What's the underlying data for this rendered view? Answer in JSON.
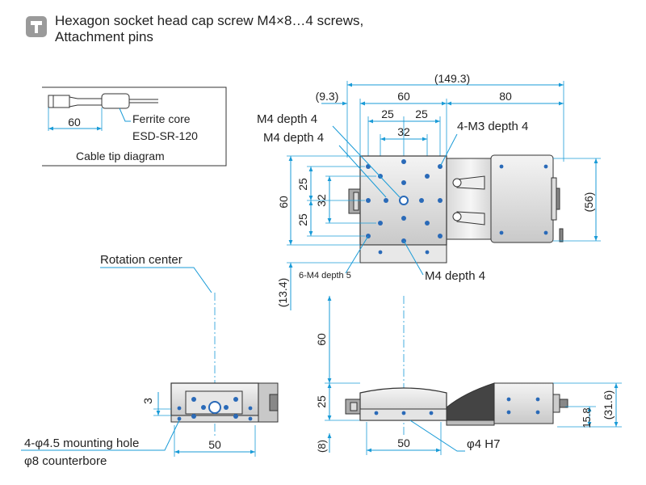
{
  "header": {
    "icon": "screw-icon",
    "title_line1": "Hexagon socket head cap screw M4×8…4 screws,",
    "title_line2": "Attachment pins"
  },
  "cable_tip": {
    "dim": "60",
    "ferrite_label": "Ferrite core",
    "part_number": "ESD-SR-120",
    "caption": "Cable tip diagram"
  },
  "top_view": {
    "dim_overall": "(149.3)",
    "dim_left": "(9.3)",
    "dim_table": "60",
    "dim_motor": "80",
    "dim_25a": "25",
    "dim_25b": "25",
    "dim_32": "32",
    "v_60": "60",
    "v_25a": "25",
    "v_32": "32",
    "v_25b": "25",
    "v_56": "(56)",
    "v_13_4": "(13.4)",
    "label_m4_depth4_a": "M4 depth 4",
    "label_m4_depth4_b": "M4 depth 4",
    "label_m3": "4-M3 depth 4",
    "label_6m4": "6-M4 depth 5",
    "label_m4_depth4_c": "M4 depth 4"
  },
  "front_view": {
    "label_rotation": "Rotation center",
    "dim_3": "3",
    "dim_50": "50",
    "label_mount": "4-φ4.5 mounting hole",
    "label_cbore": "φ8 counterbore"
  },
  "side_view": {
    "v_60": "60",
    "v_25": "25",
    "v_8": "(8)",
    "dim_50": "50",
    "label_pin": "φ4 H7",
    "v_15_8": "15.8",
    "v_31_6": "(31.6)"
  }
}
